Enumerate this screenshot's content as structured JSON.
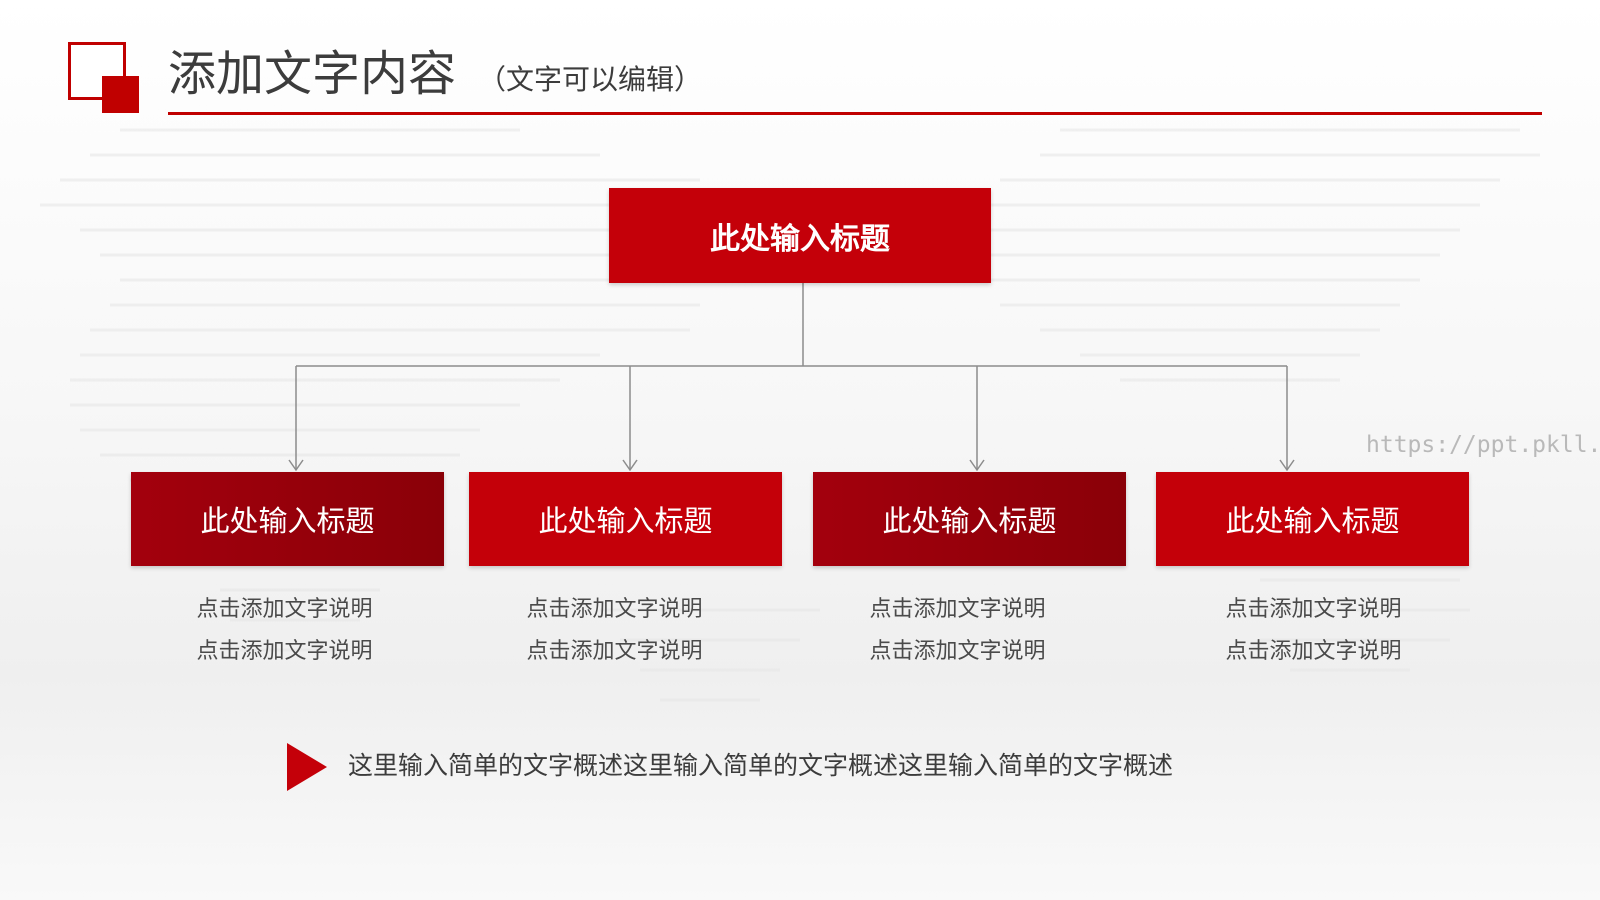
{
  "header": {
    "title": "添加文字内容",
    "subtitle": "（文字可以编辑）"
  },
  "diagram": {
    "root": {
      "label": "此处输入标题"
    },
    "children": [
      {
        "label": "此处输入标题",
        "desc_line1": "点击添加文字说明",
        "desc_line2": "点击添加文字说明",
        "tone": "dark"
      },
      {
        "label": "此处输入标题",
        "desc_line1": "点击添加文字说明",
        "desc_line2": "点击添加文字说明",
        "tone": "bright"
      },
      {
        "label": "此处输入标题",
        "desc_line1": "点击添加文字说明",
        "desc_line2": "点击添加文字说明",
        "tone": "dark"
      },
      {
        "label": "此处输入标题",
        "desc_line1": "点击添加文字说明",
        "desc_line2": "点击添加文字说明",
        "tone": "bright"
      }
    ]
  },
  "summary": {
    "text": "这里输入简单的文字概述这里输入简单的文字概述这里输入简单的文字概述"
  },
  "watermark": "https://ppt.pkll.de",
  "colors": {
    "accent": "#c40009",
    "accent_dark": "#8a0008",
    "text": "#3c3c3c",
    "connector": "#8c8c8c"
  }
}
